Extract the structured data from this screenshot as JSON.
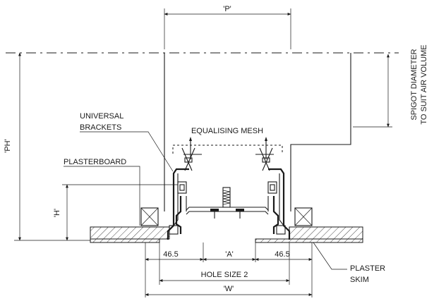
{
  "labels": {
    "p": "'P'",
    "ph": "'PH'",
    "h": "'H'",
    "a": "'A'",
    "w": "'W'",
    "left_offset": "46.5",
    "right_offset": "46.5",
    "hole_size": "HOLE SIZE 2",
    "equalising_mesh": "EQUALISING MESH",
    "universal_line1": "UNIVERSAL",
    "universal_line2": "BRACKETS",
    "plasterboard": "PLASTERBOARD",
    "plaster_line1": "PLASTER",
    "plaster_line2": "SKIM",
    "spigot_line1": "SPIGOT DIAMETER",
    "spigot_line2": "TO SUIT AIR VOLUME"
  }
}
